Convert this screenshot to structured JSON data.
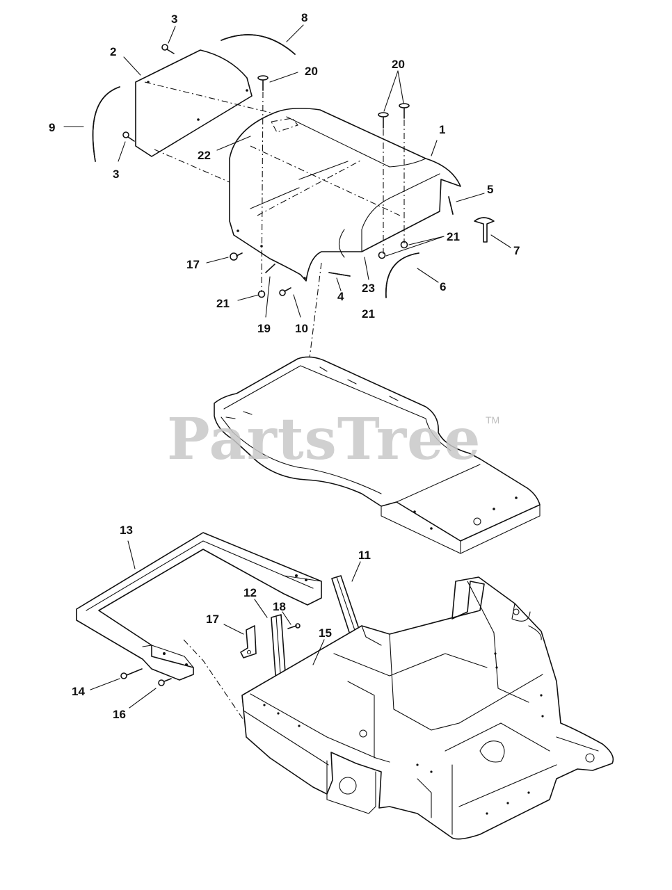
{
  "watermark": {
    "brand": "PartsTree",
    "trademark": "TM"
  },
  "labels": {
    "l1": "1",
    "l2": "2",
    "l3a": "3",
    "l3b": "3",
    "l4": "4",
    "l5": "5",
    "l6": "6",
    "l7": "7",
    "l8": "8",
    "l9": "9",
    "l10": "10",
    "l11": "11",
    "l12": "12",
    "l13": "13",
    "l14": "14",
    "l15": "15",
    "l16": "16",
    "l17a": "17",
    "l17b": "17",
    "l18": "18",
    "l19": "19",
    "l20a": "20",
    "l20b": "20",
    "l21a": "21",
    "l21b": "21",
    "l21c": "21",
    "l22": "22",
    "l23": "23"
  }
}
